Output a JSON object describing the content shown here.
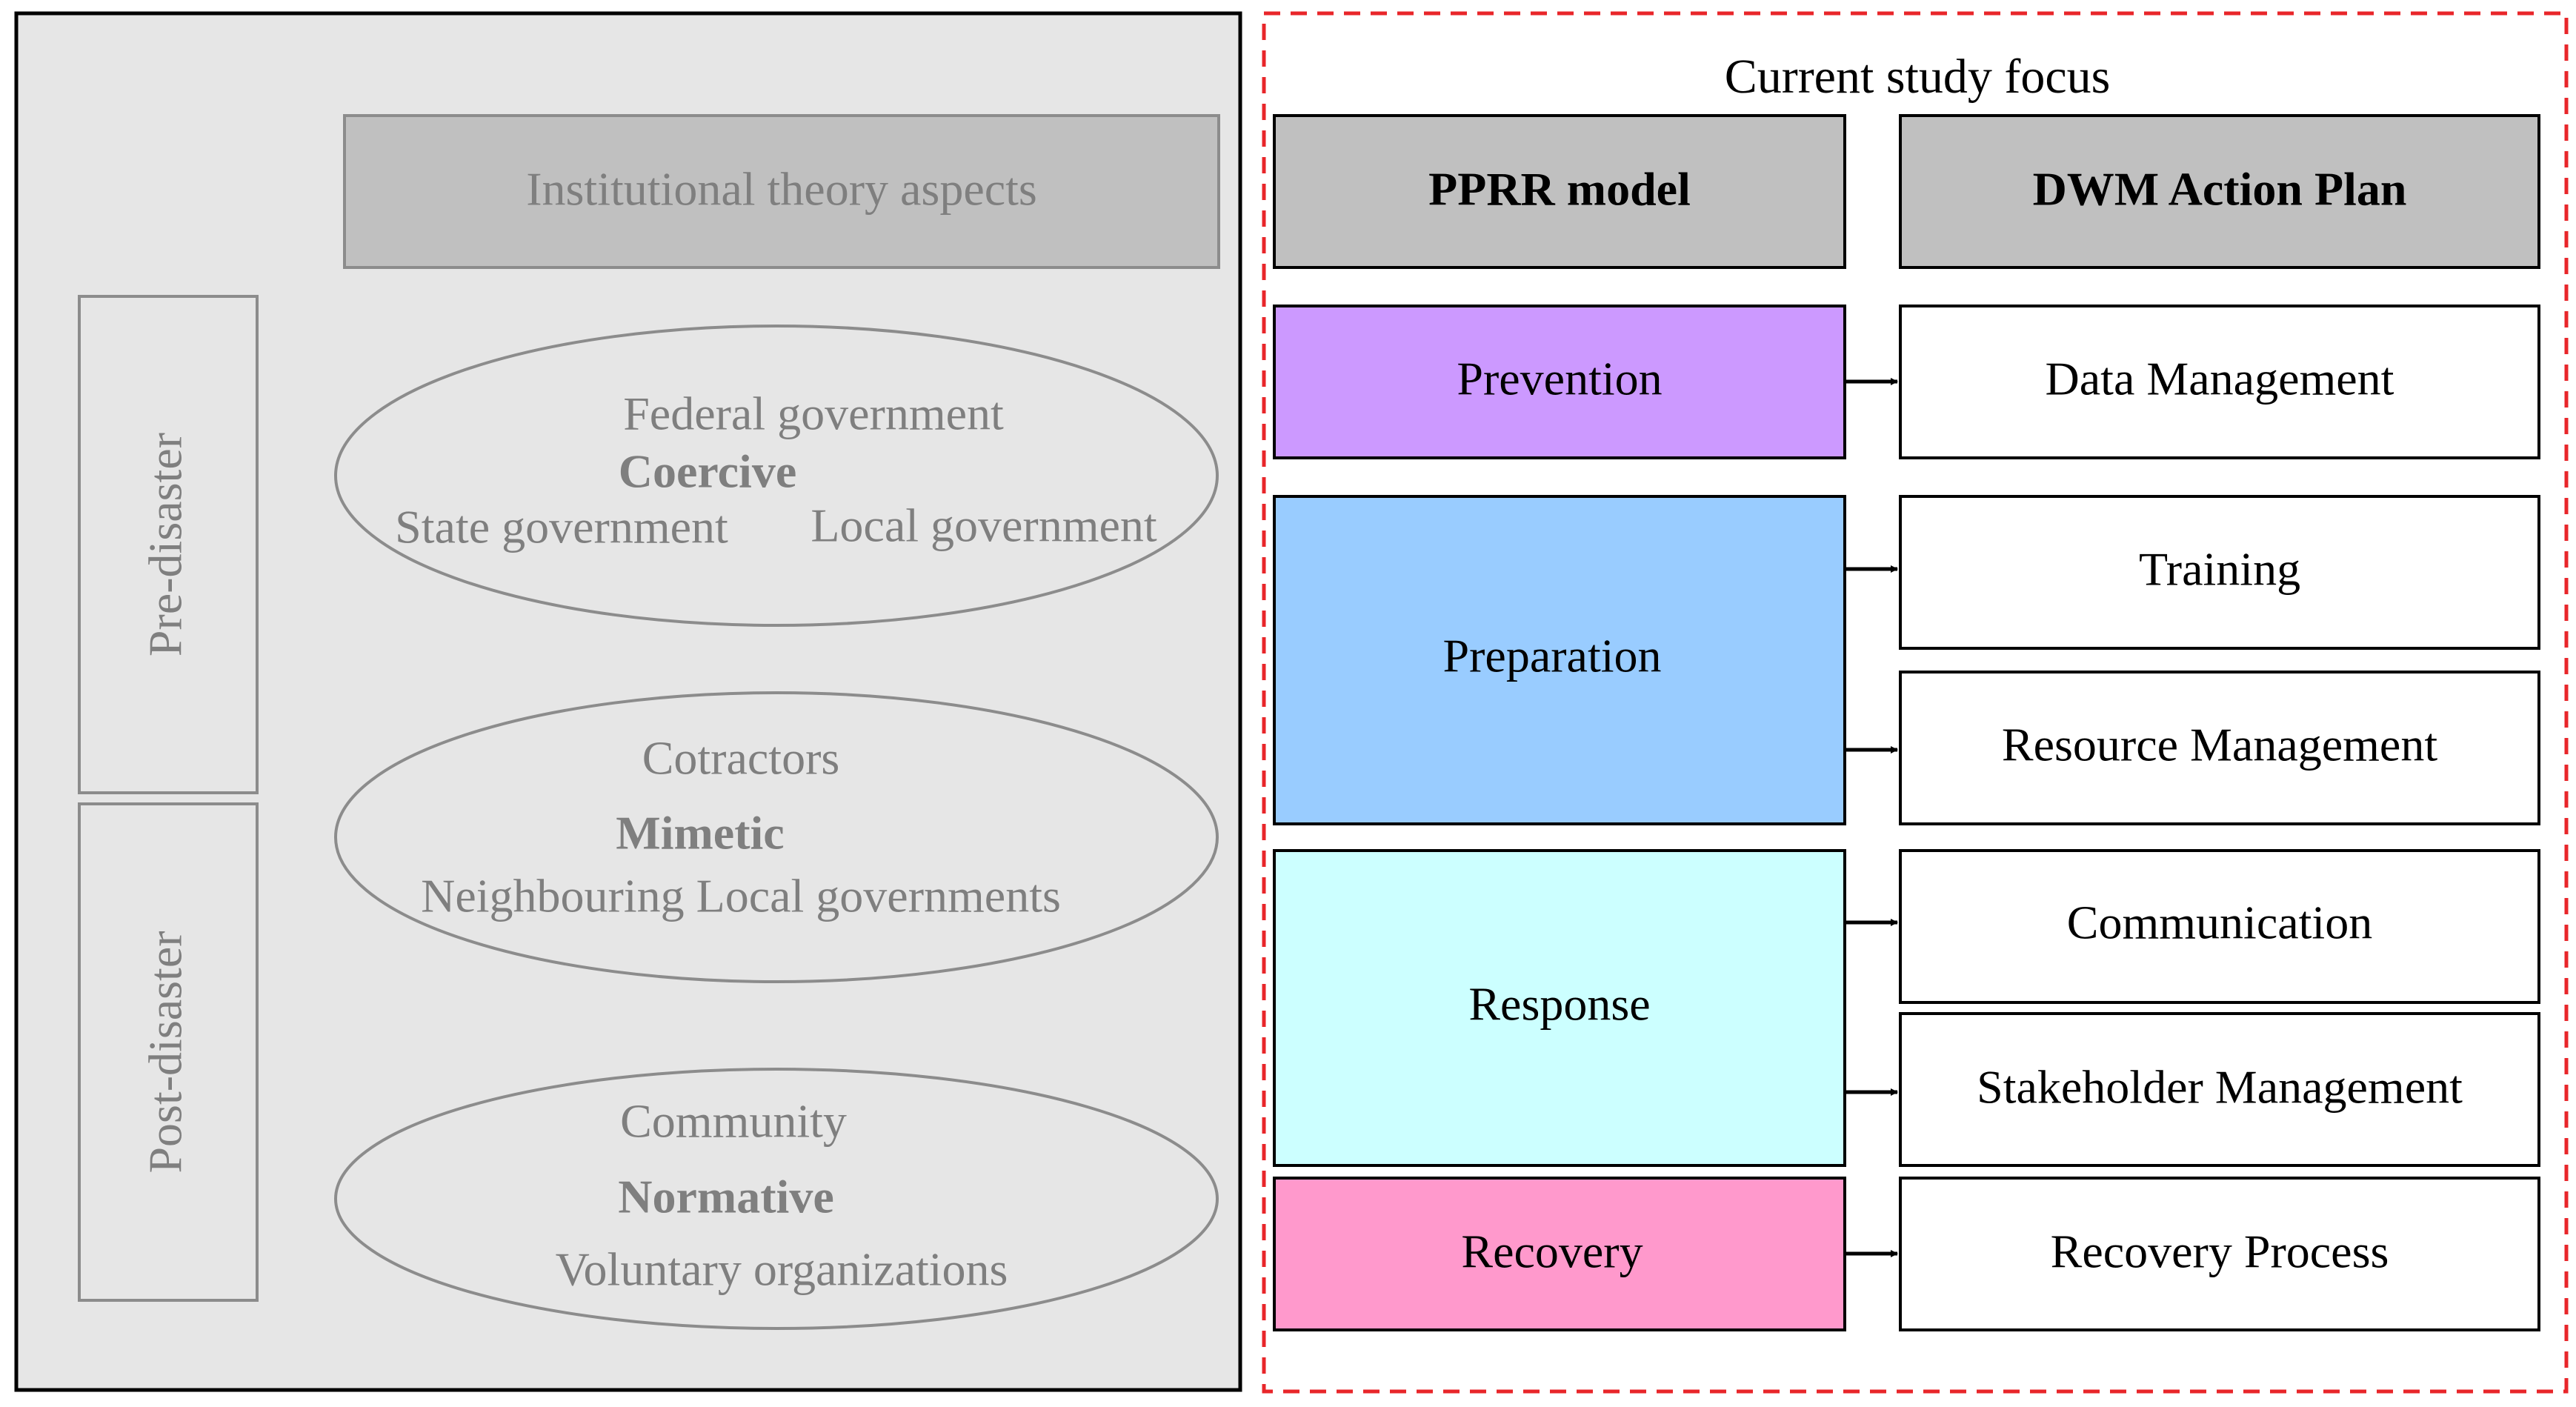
{
  "left_panel": {
    "header": "Institutional theory aspects",
    "phases": [
      "Pre-disaster",
      "Post-disaster"
    ],
    "pillars": [
      {
        "name": "Coercive",
        "lines": [
          "Federal government"
        ],
        "sub_left": "State government",
        "sub_right": "Local government"
      },
      {
        "name": "Mimetic",
        "lines": [
          "Cotractors"
        ],
        "sub": "Neighbouring Local governments"
      },
      {
        "name": "Normative",
        "lines": [
          "Community"
        ],
        "sub": "Voluntary organizations"
      }
    ]
  },
  "right_panel": {
    "title": "Current study focus",
    "col_headers": {
      "model": "PPRR model",
      "plan": "DWM Action Plan"
    },
    "stages": [
      {
        "label": "Prevention",
        "color": "#cc99ff"
      },
      {
        "label": "Preparation",
        "color": "#99ccff"
      },
      {
        "label": "Response",
        "color": "#ccffff"
      },
      {
        "label": "Recovery",
        "color": "#ff99cc"
      }
    ],
    "actions": [
      "Data Management",
      "Training",
      "Resource Management",
      "Communication",
      "Stakeholder Management",
      "Recovery Process"
    ]
  },
  "colors": {
    "panel_bg": "#e6e6e6",
    "header_bg": "#c0c0c0",
    "dash_border": "#e8262a",
    "gray_text": "#7f7f7f"
  }
}
